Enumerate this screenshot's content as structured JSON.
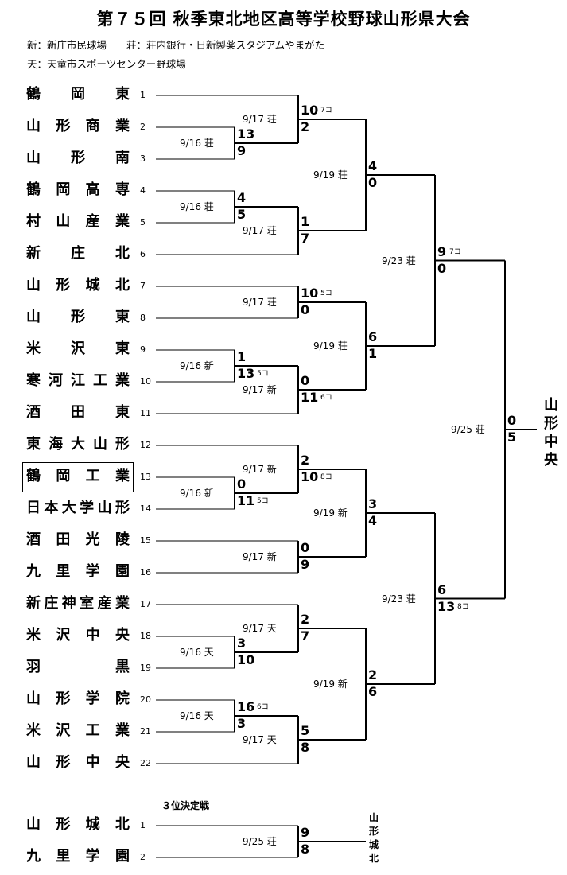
{
  "title": "第７５回 秋季東北地区高等学校野球山形県大会",
  "venues": [
    "新：新庄市民球場　　荘：荘内銀行・日新製薬スタジアムやまがた",
    "天：天童市スポーツセンター野球場"
  ],
  "teams": [
    {
      "seed": "1",
      "name": "鶴岡東"
    },
    {
      "seed": "2",
      "name": "山形商業"
    },
    {
      "seed": "3",
      "name": "山形南"
    },
    {
      "seed": "4",
      "name": "鶴岡高専"
    },
    {
      "seed": "5",
      "name": "村山産業"
    },
    {
      "seed": "6",
      "name": "新庄北"
    },
    {
      "seed": "7",
      "name": "山形城北"
    },
    {
      "seed": "8",
      "name": "山形東"
    },
    {
      "seed": "9",
      "name": "米沢東"
    },
    {
      "seed": "10",
      "name": "寒河江工業"
    },
    {
      "seed": "11",
      "name": "酒田東"
    },
    {
      "seed": "12",
      "name": "東海大山形"
    },
    {
      "seed": "13",
      "name": "鶴岡工業"
    },
    {
      "seed": "14",
      "name": "日本大学山形"
    },
    {
      "seed": "15",
      "name": "酒田光陵"
    },
    {
      "seed": "16",
      "name": "九里学園"
    },
    {
      "seed": "17",
      "name": "新庄神室産業"
    },
    {
      "seed": "18",
      "name": "米沢中央"
    },
    {
      "seed": "19",
      "name": "羽黒"
    },
    {
      "seed": "20",
      "name": "山形学院"
    },
    {
      "seed": "21",
      "name": "米沢工業"
    },
    {
      "seed": "22",
      "name": "山形中央"
    }
  ],
  "matches": [
    {
      "date": "9/16 荘",
      "scores": [
        "13",
        "9"
      ],
      "note": ""
    },
    {
      "date": "9/16 荘",
      "scores": [
        "4",
        "5"
      ],
      "note": ""
    },
    {
      "date": "9/16 新",
      "scores": [
        "1",
        "13"
      ],
      "note": "5コ"
    },
    {
      "date": "9/16 新",
      "scores": [
        "0",
        "11"
      ],
      "note": "5コ"
    },
    {
      "date": "9/16 天",
      "scores": [
        "3",
        "10"
      ],
      "note": ""
    },
    {
      "date": "9/16 天",
      "scores": [
        "16",
        "3"
      ],
      "note": "6コ"
    },
    {
      "date": "9/17 荘",
      "scores": [
        "10",
        "2"
      ],
      "note": "7コ"
    },
    {
      "date": "9/17 荘",
      "scores": [
        "1",
        "7"
      ],
      "note": ""
    },
    {
      "date": "9/17 荘",
      "scores": [
        "10",
        "0"
      ],
      "note": "5コ"
    },
    {
      "date": "9/17 新",
      "scores": [
        "0",
        "11"
      ],
      "note": "6コ"
    },
    {
      "date": "9/17 新",
      "scores": [
        "2",
        "10"
      ],
      "note": "8コ"
    },
    {
      "date": "9/17 新",
      "scores": [
        "0",
        "9"
      ],
      "note": ""
    },
    {
      "date": "9/17 天",
      "scores": [
        "2",
        "7"
      ],
      "note": ""
    },
    {
      "date": "9/17 天",
      "scores": [
        "5",
        "8"
      ],
      "note": ""
    },
    {
      "date": "9/19 荘",
      "scores": [
        "4",
        "0"
      ],
      "note": ""
    },
    {
      "date": "9/19 荘",
      "scores": [
        "6",
        "1"
      ],
      "note": ""
    },
    {
      "date": "9/19 新",
      "scores": [
        "3",
        "4"
      ],
      "note": ""
    },
    {
      "date": "9/19 新",
      "scores": [
        "2",
        "6"
      ],
      "note": ""
    },
    {
      "date": "9/23 荘",
      "scores": [
        "9",
        "0"
      ],
      "note": "7コ"
    },
    {
      "date": "9/23 荘",
      "scores": [
        "6",
        "13"
      ],
      "note": "8コ"
    },
    {
      "date": "9/25 荘",
      "scores": [
        "0",
        "5"
      ],
      "note": ""
    }
  ],
  "champion": "山形中央",
  "third_place": {
    "heading": "３位決定戦",
    "teams": [
      {
        "seed": "1",
        "name": "山形城北"
      },
      {
        "seed": "2",
        "name": "九里学園"
      }
    ],
    "date": "9/25 荘",
    "scores": [
      "9",
      "8"
    ],
    "winner": "山形城北"
  }
}
